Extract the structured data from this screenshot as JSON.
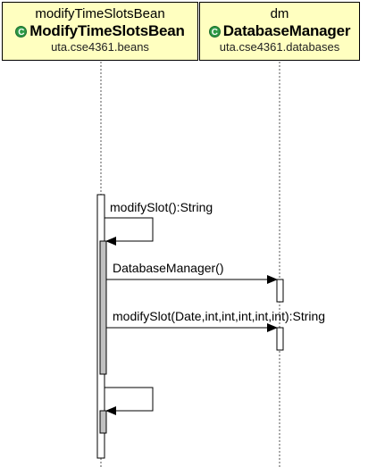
{
  "lifelines": [
    {
      "instance": "modifyTimeSlotsBean",
      "class": "ModifyTimeSlotsBean",
      "package": "uta.cse4361.beans",
      "icon": "class-icon"
    },
    {
      "instance": "dm",
      "class": "DatabaseManager",
      "package": "uta.cse4361.databases",
      "icon": "class-icon"
    }
  ],
  "icon_letter": "C",
  "messages": [
    {
      "label": "modifySlot():String",
      "from": "modifyTimeSlotsBean",
      "to": "modifyTimeSlotsBean"
    },
    {
      "label": "DatabaseManager()",
      "from": "modifyTimeSlotsBean",
      "to": "dm"
    },
    {
      "label": "modifySlot(Date,int,int,int,int,int):String",
      "from": "modifyTimeSlotsBean",
      "to": "dm"
    },
    {
      "label": "",
      "from": "modifyTimeSlotsBean",
      "to": "modifyTimeSlotsBean"
    }
  ],
  "colors": {
    "header_fill": "#ffffc0",
    "activation_fill": "#c0c0c0",
    "icon_green": "#2e9a46"
  }
}
